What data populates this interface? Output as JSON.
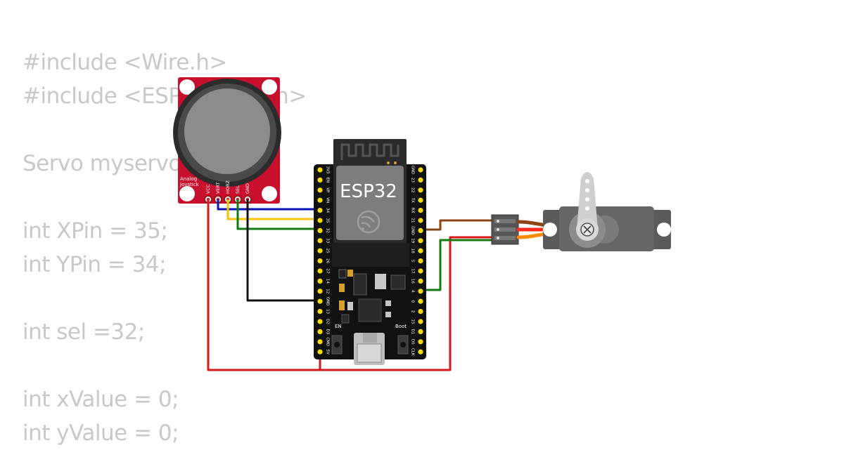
{
  "code_lines": [
    "#include <Wire.h>",
    "#include <ESP32Servo.h>",
    "",
    "Servo myservo;",
    "",
    "int XPin = 35;",
    "int YPin = 34;",
    "",
    "int sel =32;",
    "",
    "int xValue = 0;",
    "int yValue = 0;"
  ],
  "joystick": {
    "label_line1": "Analog",
    "label_line2": "Joystick",
    "pins": [
      "VCC",
      "VERT",
      "HORZ",
      "SEL",
      "GND"
    ]
  },
  "esp32": {
    "name": "ESP32",
    "en_label": "EN",
    "boot_label": "Boot",
    "left_pins": [
      "3V3",
      "EN",
      "VP",
      "VN",
      "34",
      "35",
      "32",
      "33",
      "25",
      "26",
      "27",
      "14",
      "12",
      "GND",
      "13",
      "D2",
      "D3",
      "CMD",
      "5V"
    ],
    "right_pins": [
      "GND",
      "23",
      "22",
      "TX",
      "RX",
      "21",
      "GND",
      "19",
      "18",
      "5",
      "17",
      "16",
      "4",
      "0",
      "2",
      "15",
      "D1",
      "D0",
      "CLK"
    ]
  },
  "colors": {
    "joystick_board": "#c8102e",
    "wire_blue": "#0a12b4",
    "wire_yellow": "#f2c500",
    "wire_green": "#137a13",
    "wire_black": "#111111",
    "wire_red": "#d81818",
    "wire_brown": "#8b4513",
    "wire_orange": "#ff7a00",
    "esp32_board": "#111111",
    "pin_yellow": "#f5d90a",
    "servo_body": "#5a5a5a"
  }
}
